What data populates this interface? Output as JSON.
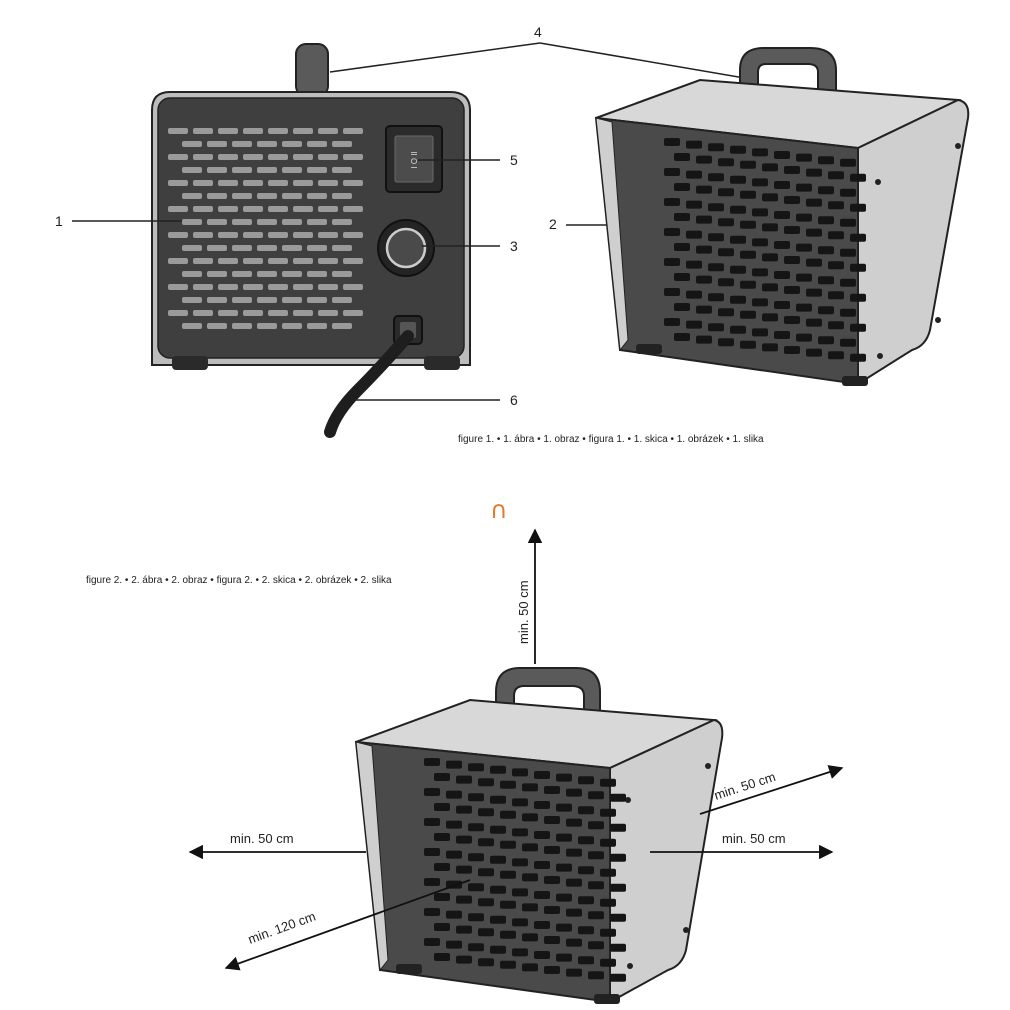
{
  "figure1": {
    "caption": "figure 1. • 1. ábra • 1. obraz • figura 1. • 1. skica • 1. obrázek • 1. slika",
    "callouts": {
      "c1": "1",
      "c2": "2",
      "c3": "3",
      "c4": "4",
      "c5": "5",
      "c6": "6"
    },
    "switch_marks": "I O II"
  },
  "figure2": {
    "caption": "figure 2. • 2. ábra • 2. obraz • figura 2. • 2. skica • 2. obrázek • 2. slika",
    "top_symbol": "∩",
    "clearances": {
      "top": "min. 50 cm",
      "left": "min. 50 cm",
      "front": "min. 120 cm",
      "right_upper": "min. 50 cm",
      "right_lower": "min. 50 cm"
    }
  },
  "colors": {
    "housing_dark": "#3f3f3f",
    "housing_side": "#cfcfcf",
    "grille_slot": "#1c1c1c",
    "handle": "#5a5a5a",
    "accent": "#e4782c"
  }
}
